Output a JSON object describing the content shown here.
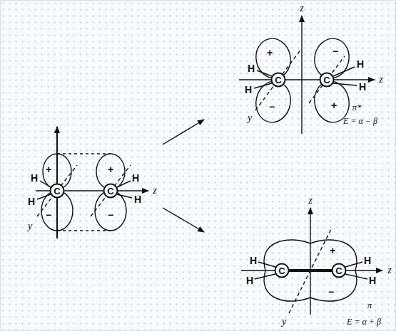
{
  "diagram": {
    "labels": [
      "+",
      "−",
      "+",
      "−",
      "H",
      "H",
      "C",
      "C",
      "H",
      "H",
      "z",
      "y",
      "z",
      "+",
      "−",
      "−",
      "+",
      "H",
      "H",
      "C",
      "C",
      "H",
      "H",
      "z",
      "y",
      "π*",
      "E = α − β",
      "z",
      "+",
      "−",
      "H",
      "H",
      "C",
      "C",
      "H",
      "H",
      "z",
      "y",
      "π",
      "E = α + β"
    ]
  }
}
